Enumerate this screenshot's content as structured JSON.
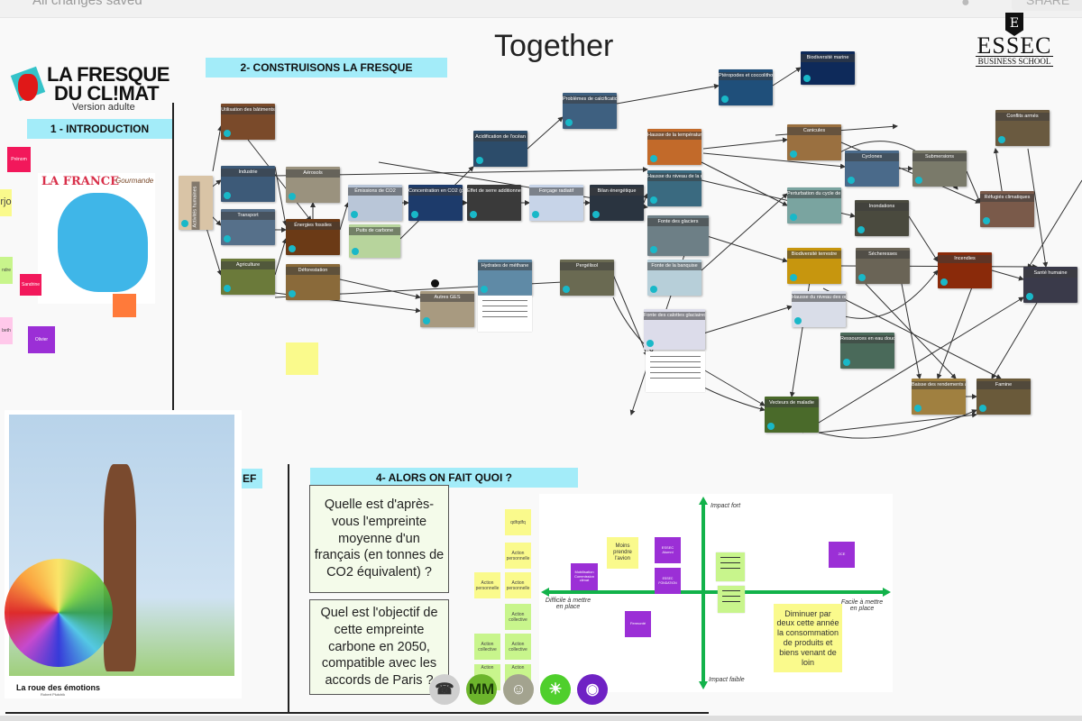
{
  "topbar": {
    "status": "All changes saved",
    "share_label": "SHARE",
    "user_icon": "user-icon"
  },
  "board": {
    "title": "Together"
  },
  "logo": {
    "line1": "LA FRESQUE",
    "line2": "DU CL!MAT",
    "subtitle": "Version adulte",
    "essec_name": "ESSEC",
    "essec_sub": "BUSINESS SCHOOL"
  },
  "sections": {
    "intro": "1 - INTRODUCTION",
    "fresque": "2- CONSTRUISONS LA FRESQUE",
    "debrief": "EF",
    "actions": "4- ALORS ON FAIT QUOI  ?"
  },
  "intro": {
    "map_title": "LA FRANCE",
    "map_subtitle": "Gourmande",
    "stickies": [
      {
        "text": "Prénom",
        "color": "#f2185b"
      },
      {
        "text": "rjo",
        "color": "#fafa8c"
      },
      {
        "text": "ndre",
        "color": "#c8f58c"
      },
      {
        "text": "Sandrine",
        "color": "#f2185b"
      },
      {
        "text": "beth",
        "color": "#ffc8ea"
      },
      {
        "text": "Olivier",
        "color": "#9b2fd6"
      },
      {
        "text": "",
        "color": "#ff7a3a"
      }
    ],
    "extra_sticky_color": "#fafa8c"
  },
  "fresque_cards": [
    {
      "label": "Activités humaines",
      "color": "#d9c4a6"
    },
    {
      "label": "Utilisation des bâtiments",
      "color": "#7a4a2a"
    },
    {
      "label": "Industrie",
      "color": "#3d5a78"
    },
    {
      "label": "Transport",
      "color": "#56708a"
    },
    {
      "label": "Agriculture",
      "color": "#6b7a3a"
    },
    {
      "label": "Aérosols",
      "color": "#9a927e"
    },
    {
      "label": "Énergies fossiles",
      "color": "#6b3a16"
    },
    {
      "label": "Déforestation",
      "color": "#8a6a3a"
    },
    {
      "label": "Émissions de CO2",
      "color": "#b9c6d8"
    },
    {
      "label": "Puits de carbone",
      "color": "#b7d49c"
    },
    {
      "label": "Concentration en CO2 (ppm)",
      "color": "#1d3b6b"
    },
    {
      "label": "Effet de serre additionnel",
      "color": "#3a3a3a"
    },
    {
      "label": "Forçage radiatif",
      "color": "#c7d4e8"
    },
    {
      "label": "Bilan énergétique",
      "color": "#2a3440"
    },
    {
      "label": "Acidification de l'océan",
      "color": "#2c4c6a"
    },
    {
      "label": "Problèmes de calcification",
      "color": "#3e6080"
    },
    {
      "label": "Ptéropodes et coccolithophores",
      "color": "#1f4f7a"
    },
    {
      "label": "Biodiversité marine",
      "color": "#0e2a5a"
    },
    {
      "label": "Autres GES",
      "color": "#a89a80"
    },
    {
      "label": "Hydrates de méthane",
      "color": "#5f8aa6"
    },
    {
      "label": "Pergélisol",
      "color": "#6a6a52"
    },
    {
      "label": "Hausse de la température",
      "color": "#c26a2a"
    },
    {
      "label": "Hausse du niveau de la mer",
      "color": "#3a6a80"
    },
    {
      "label": "Fonte des glaciers",
      "color": "#6d7f86"
    },
    {
      "label": "Fonte de la banquise",
      "color": "#b7cfd9"
    },
    {
      "label": "Fonte des calottes glaciaires",
      "color": "#dcdcea"
    },
    {
      "label": "Canicules",
      "color": "#9a7040"
    },
    {
      "label": "Cyclones",
      "color": "#4a6a8a"
    },
    {
      "label": "Submersions",
      "color": "#7a7a6a"
    },
    {
      "label": "Perturbation du cycle de l'eau",
      "color": "#7aa4a0"
    },
    {
      "label": "Inondations",
      "color": "#4a4a3e"
    },
    {
      "label": "Biodiversité terrestre",
      "color": "#c7960e"
    },
    {
      "label": "Sécheresses",
      "color": "#6a6456"
    },
    {
      "label": "Hausse du niveau des océans",
      "color": "#d9dde8"
    },
    {
      "label": "Ressources en eau douce",
      "color": "#4a6a5a"
    },
    {
      "label": "Incendies",
      "color": "#8a2a0a"
    },
    {
      "label": "Conflits armés",
      "color": "#6a5a40"
    },
    {
      "label": "Réfugiés climatiques",
      "color": "#7a5a4a"
    },
    {
      "label": "Santé humaine",
      "color": "#3a3a4a"
    },
    {
      "label": "Vecteurs de maladie",
      "color": "#4a6a2a"
    },
    {
      "label": "Baisse des rendements agricoles",
      "color": "#a08040"
    },
    {
      "label": "Famine",
      "color": "#6a5a3a"
    }
  ],
  "debrief": {
    "caption": "La roue des émotions",
    "author": "Robert Plutchik"
  },
  "actions": {
    "question1": "Quelle est d'après-vous l'empreinte moyenne d'un français (en tonnes de CO2 équivalent) ?",
    "question2": "Quel est l'objectif de cette empreinte carbone en 2050, compatible avec les accords de Paris ?",
    "stickies": [
      {
        "text": "qdfqdfq",
        "color": "#fafa8c"
      },
      {
        "text": "Action personnelle",
        "color": "#fafa8c"
      },
      {
        "text": "Action personnelle",
        "color": "#fafa8c"
      },
      {
        "text": "Action personnelle",
        "color": "#fafa8c"
      },
      {
        "text": "Action collective",
        "color": "#c8f58c"
      },
      {
        "text": "Action collective",
        "color": "#c8f58c"
      },
      {
        "text": "Action collective",
        "color": "#c8f58c"
      },
      {
        "text": "Action",
        "color": "#c8f58c"
      },
      {
        "text": "Action",
        "color": "#c8f58c"
      }
    ]
  },
  "matrix": {
    "axis_color": "#12b24a",
    "top": "Impact fort",
    "bottom": "Impact faible",
    "left": "Difficile à mettre en place",
    "right": "Facile à mettre en place",
    "stickies": [
      {
        "text": "Moins prendre l'avion",
        "color": "#fafa8c"
      },
      {
        "text": "Mobilisation Commission climat",
        "color": "#9b2fd6"
      },
      {
        "text": "ESSEC Alumni",
        "color": "#9b2fd6"
      },
      {
        "text": "ESSEC FONDATION",
        "color": "#9b2fd6"
      },
      {
        "text": "Fermonté",
        "color": "#9b2fd6"
      },
      {
        "text": "2CE",
        "color": "#9b2fd6"
      },
      {
        "text": "Diminuer par deux cette année la consommation de produits et biens venant de loin",
        "color": "#fafa8c"
      }
    ]
  },
  "participants": [
    {
      "label": "",
      "icon": "phone-icon",
      "color": "#cfcfcf"
    },
    {
      "label": "MM",
      "icon": "",
      "color": "#6cb52c"
    },
    {
      "label": "",
      "icon": "walrus-icon",
      "color": "#a3a38f"
    },
    {
      "label": "",
      "icon": "crab-icon",
      "color": "#4fcf2c"
    },
    {
      "label": "",
      "icon": "koala-icon",
      "color": "#6f22c4"
    }
  ]
}
